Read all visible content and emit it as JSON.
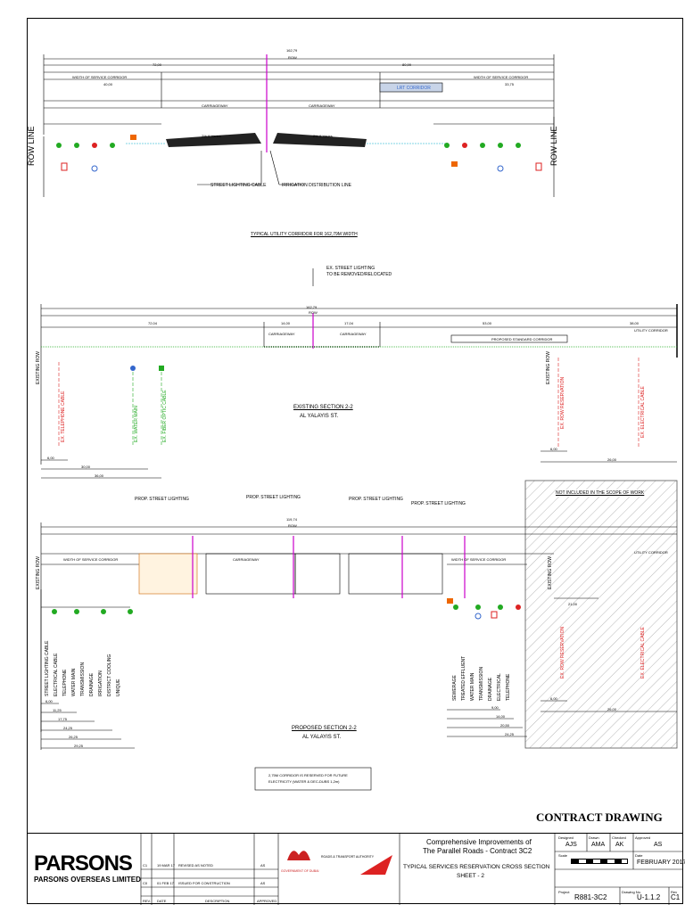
{
  "section1": {
    "overall_dim": "162,79",
    "row_label": "ROW",
    "left_dim": "72,00",
    "right_dim": "80,99",
    "service_corridor_left": "WIDTH OF SERVICE CORRIDOR",
    "service_corridor_right": "WIDTH OF SERVICE CORRIDOR",
    "corridor_width_left": "40,00",
    "corridor_width_right": "33,75",
    "carriageway_left": "CARRIAGEWAY",
    "carriageway_right": "CARRIAGEWAY",
    "lrt_corridor": "LRT CORRIDOR",
    "row_line": "ROW LINE",
    "slope_left": "2% & Varies",
    "slope_right": "2% & Varies",
    "street_lighting_cable": "STREET LIGHTING CABLE",
    "irrigation_line": "IRRIGATION DISTRIBUTION LINE",
    "caption": "TYPICAL UTILITY CORRIDOR FOR 162,79M WIDTH"
  },
  "section2": {
    "ex_lighting_note_1": "EX. STREET LIGHTING",
    "ex_lighting_note_2": "TO BE REMOVED/RELOCATED",
    "overall_dim": "162,79",
    "row_label": "ROW",
    "dim_left": "72,04",
    "dim_cw_left": "14,00",
    "dim_cw_right": "17,04",
    "dim_mid": "53,00",
    "dim_right": "38,00",
    "carriageway": "CARRIAGEWAY",
    "proposed_lrt": "PROPOSED STANDARD CORRIDOR",
    "utility_corridor": "UTILITY CORRIDOR",
    "existing_row": "EXISTING ROW",
    "ex_telephone": "EX. TELEPHONE CABLE",
    "ex_fiber": "EX. FIBER OPTIC CABLE",
    "ex_water": "EX. WATER MAIN",
    "ex_row_reservation": "EX. ROW RESERVATION",
    "ex_elec_cable": "EX. ELECTRICAL CABLE",
    "dim_6": "6,00",
    "dim_30": "30,00",
    "dim_36": "36,00",
    "dim_6r": "6,00",
    "dim_26r": "26,00",
    "caption_1": "EXISTING SECTION 2-2",
    "caption_2": "AL YALAYIS ST."
  },
  "section3": {
    "street_lighting_labels": [
      "PROP. STREET LIGHTING",
      "PROP. STREET LIGHTING",
      "PROP. STREET LIGHTING",
      "PROP. STREET LIGHTING"
    ],
    "not_included": "NOT INCLUDED IN THE SCOPE OF WORK",
    "overall_dim": "119,74",
    "row_label": "ROW",
    "width_of_service_left": "WIDTH OF SERVICE CORRIDOR",
    "width_of_service_right": "WIDTH OF SERVICE CORRIDOR",
    "existing_row": "EXISTING ROW",
    "carriageway": "CARRIAGEWAY",
    "utility_corridor": "UTILITY CORRIDOR",
    "left_utilities": [
      "STREET LIGHTING CABLE",
      "ELECTRICAL CABLE",
      "TELEPHONE",
      "WATER MAIN",
      "TRANSMISSION",
      "DRAINAGE",
      "IRRIGATION",
      "DISTRICT COOLING",
      "UNIQUE"
    ],
    "right_utilities": [
      "SEWERAGE",
      "TREATED EFFLUENT",
      "WATER MAIN",
      "TRANSMISSION",
      "DRAINAGE",
      "ELECTRICAL",
      "TELEPHONE"
    ],
    "ex_row_reservation": "EX. ROW RESERVATION",
    "ex_elec_cable": "EX. ELECTRICAL CABLE",
    "dims_left": [
      "6,00",
      "11,25",
      "17,75",
      "24,25",
      "26,25",
      "29,25"
    ],
    "dims_right": [
      "9,00",
      "14,00",
      "20,50",
      "24,25"
    ],
    "caption_1": "PROPOSED SECTION 2-2",
    "caption_2": "AL YALAYIS ST.",
    "note_1": "2,75M CORRIDOR IS RESERVED FOR FUTURE",
    "note_2": "ELECTRICITY (WATER & DEC-DUBS 1,2m)",
    "dim_6_r": "6,00",
    "dim_26_r": "26,00",
    "dim_21": "21,00"
  },
  "title_block": {
    "contract_drawing": "CONTRACT DRAWING",
    "company": "PARSONS",
    "company_sub": "PARSONS OVERSEAS LIMITED",
    "revisions": [
      {
        "rev": "C1",
        "date": "19 MAR 17",
        "desc": "REVISED AS NOTED",
        "by": "AS"
      },
      {
        "rev": "C0",
        "date": "01 FEB 17",
        "desc": "ISSUED FOR CONSTRUCTION",
        "by": "AS"
      }
    ],
    "rev_headers": {
      "rev": "REV.",
      "date": "DATE",
      "desc": "DESCRIPTION",
      "by": "APPROVED"
    },
    "govt_label": "GOVERNMENT OF DUBAI",
    "rta_label": "ROADS & TRANSPORT AUTHORITY",
    "project_title_1": "Comprehensive Improvements of",
    "project_title_2": "The Parallel Roads - Contract 3C2",
    "sheet_title_1": "TYPICAL SERVICES RESERVATION CROSS SECTION",
    "sheet_title_2": "SHEET - 2",
    "designed_label": "Designed",
    "designed": "AJS",
    "drawn_label": "Drawn",
    "drawn": "AMA",
    "checked_label": "Checked",
    "checked": "AK",
    "approved_label": "Approved",
    "approved": "AS",
    "scale_label": "Scale",
    "date_label": "Date",
    "date": "FEBRUARY 2017",
    "project_label": "Project",
    "project": "R881-3C2",
    "drawing_label": "Drawing No.",
    "drawing_no": "U-1.1.2",
    "rev_label": "Rev",
    "rev": "C1"
  },
  "colors": {
    "magenta": "#cc00cc",
    "green": "#22aa22",
    "red": "#dd2222",
    "cyan": "#00aacc",
    "blue": "#3366cc"
  }
}
